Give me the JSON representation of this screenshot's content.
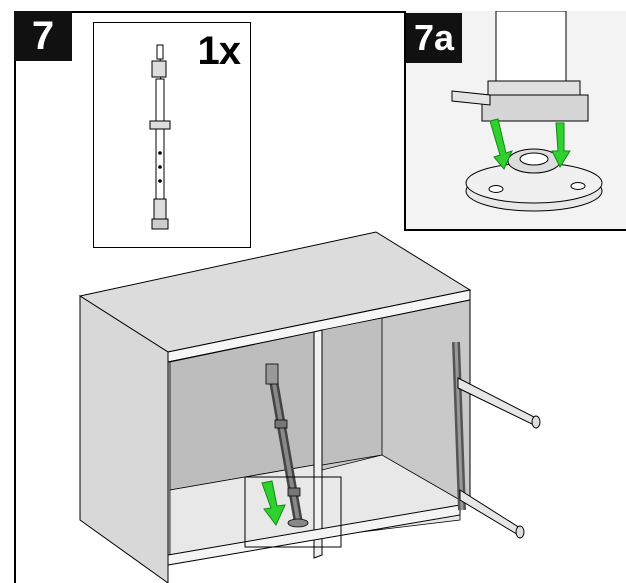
{
  "step": {
    "number": "7"
  },
  "quantity_panel": {
    "label": "1x"
  },
  "detail_panel": {
    "label": "7a"
  },
  "colors": {
    "accent_arrow": "#2fd12f",
    "badge_bg": "#111111",
    "outline": "#000000"
  },
  "icons": [
    "telescopic-rail-part",
    "cabinet-illustration",
    "green-down-arrow",
    "detail-zoom-box"
  ]
}
